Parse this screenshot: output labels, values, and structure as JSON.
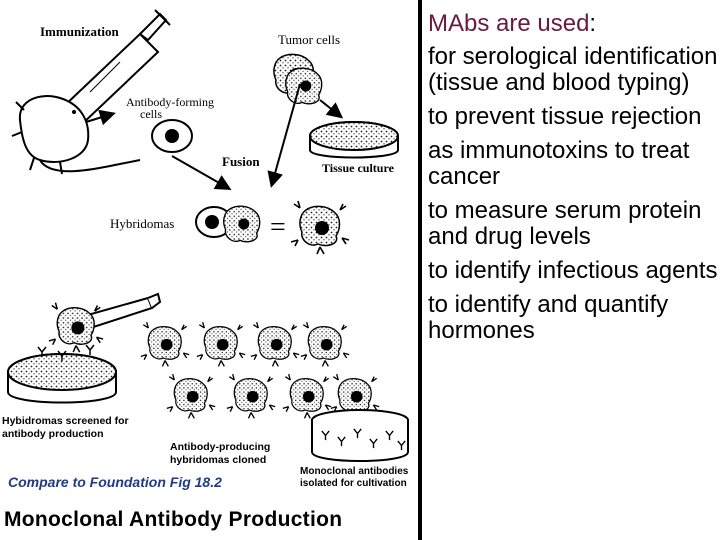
{
  "diagram": {
    "labels": {
      "immunization": "Immunization",
      "tumor_cells": "Tumor cells",
      "antibody_forming": "Antibody-forming",
      "cells": "cells",
      "fusion": "Fusion",
      "tissue_culture": "Tissue culture",
      "hybridomas": "Hybridomas",
      "screened_line1": "Hybidromas screened for",
      "screened_line2": "antibody  production",
      "cloned_line1": "Antibody-producing",
      "cloned_line2": "hybridomas cloned",
      "mono_line1": "Monoclonal antibodies",
      "mono_line2": "isolated for cultivation"
    },
    "reference": "Compare to Foundation Fig 18.2",
    "title": "Monoclonal Antibody Production"
  },
  "panel": {
    "heading_main": "MAbs are used",
    "heading_colon": ":",
    "uses": [
      "for serological identification (tissue and blood typing)",
      "to prevent tissue rejection",
      "as immunotoxins to treat cancer",
      "to measure serum protein and drug levels",
      "to identify infectious agents",
      "to identify and quantify hormones"
    ]
  },
  "colors": {
    "heading_accent": "#6b1a3c",
    "reference_text": "#1f3a8a"
  }
}
